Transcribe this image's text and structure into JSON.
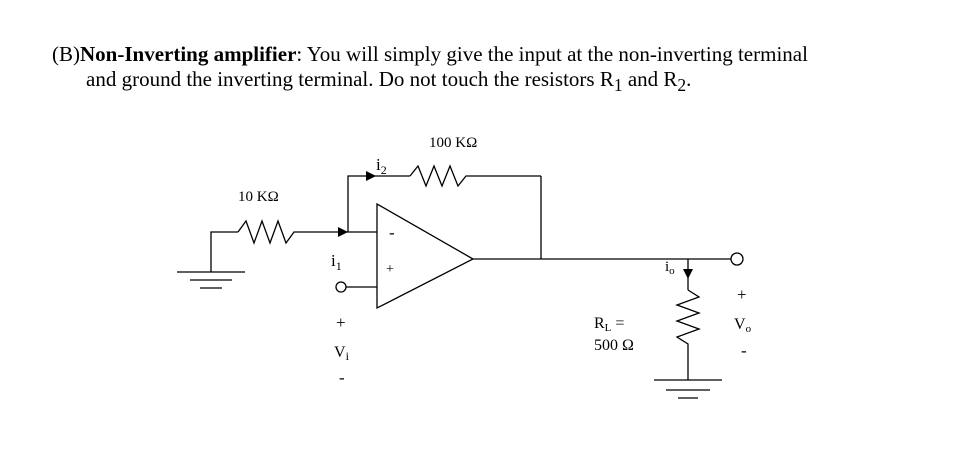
{
  "heading": {
    "label": "(B)",
    "bold_title": "Non-Inverting amplifier",
    "after_title": ": You will simply give the input at the non-inverting terminal",
    "line2_text": "and ground the inverting terminal. Do not touch the resistors R",
    "r1_sub": "1",
    "and_text": " and R",
    "r2_sub": "2",
    "period": "."
  },
  "circuit": {
    "r_feedback": "100 KΩ",
    "r_input": "10 KΩ",
    "i2_label": "i",
    "i2_sub": "2",
    "i1_label": "i",
    "i1_sub": "1",
    "minus_terminal": "-",
    "plus_terminal": "+",
    "vi_plus": "+",
    "vi_label": "V",
    "vi_sub": "i",
    "vi_minus": "-",
    "rl_label": "R",
    "rl_sub": "L",
    "rl_equals": " =",
    "rl_value": "500 Ω",
    "io_label": "i",
    "io_sub": "o",
    "vo_plus": "+",
    "vo_label": "V",
    "vo_sub": "o",
    "vo_minus": "-"
  }
}
